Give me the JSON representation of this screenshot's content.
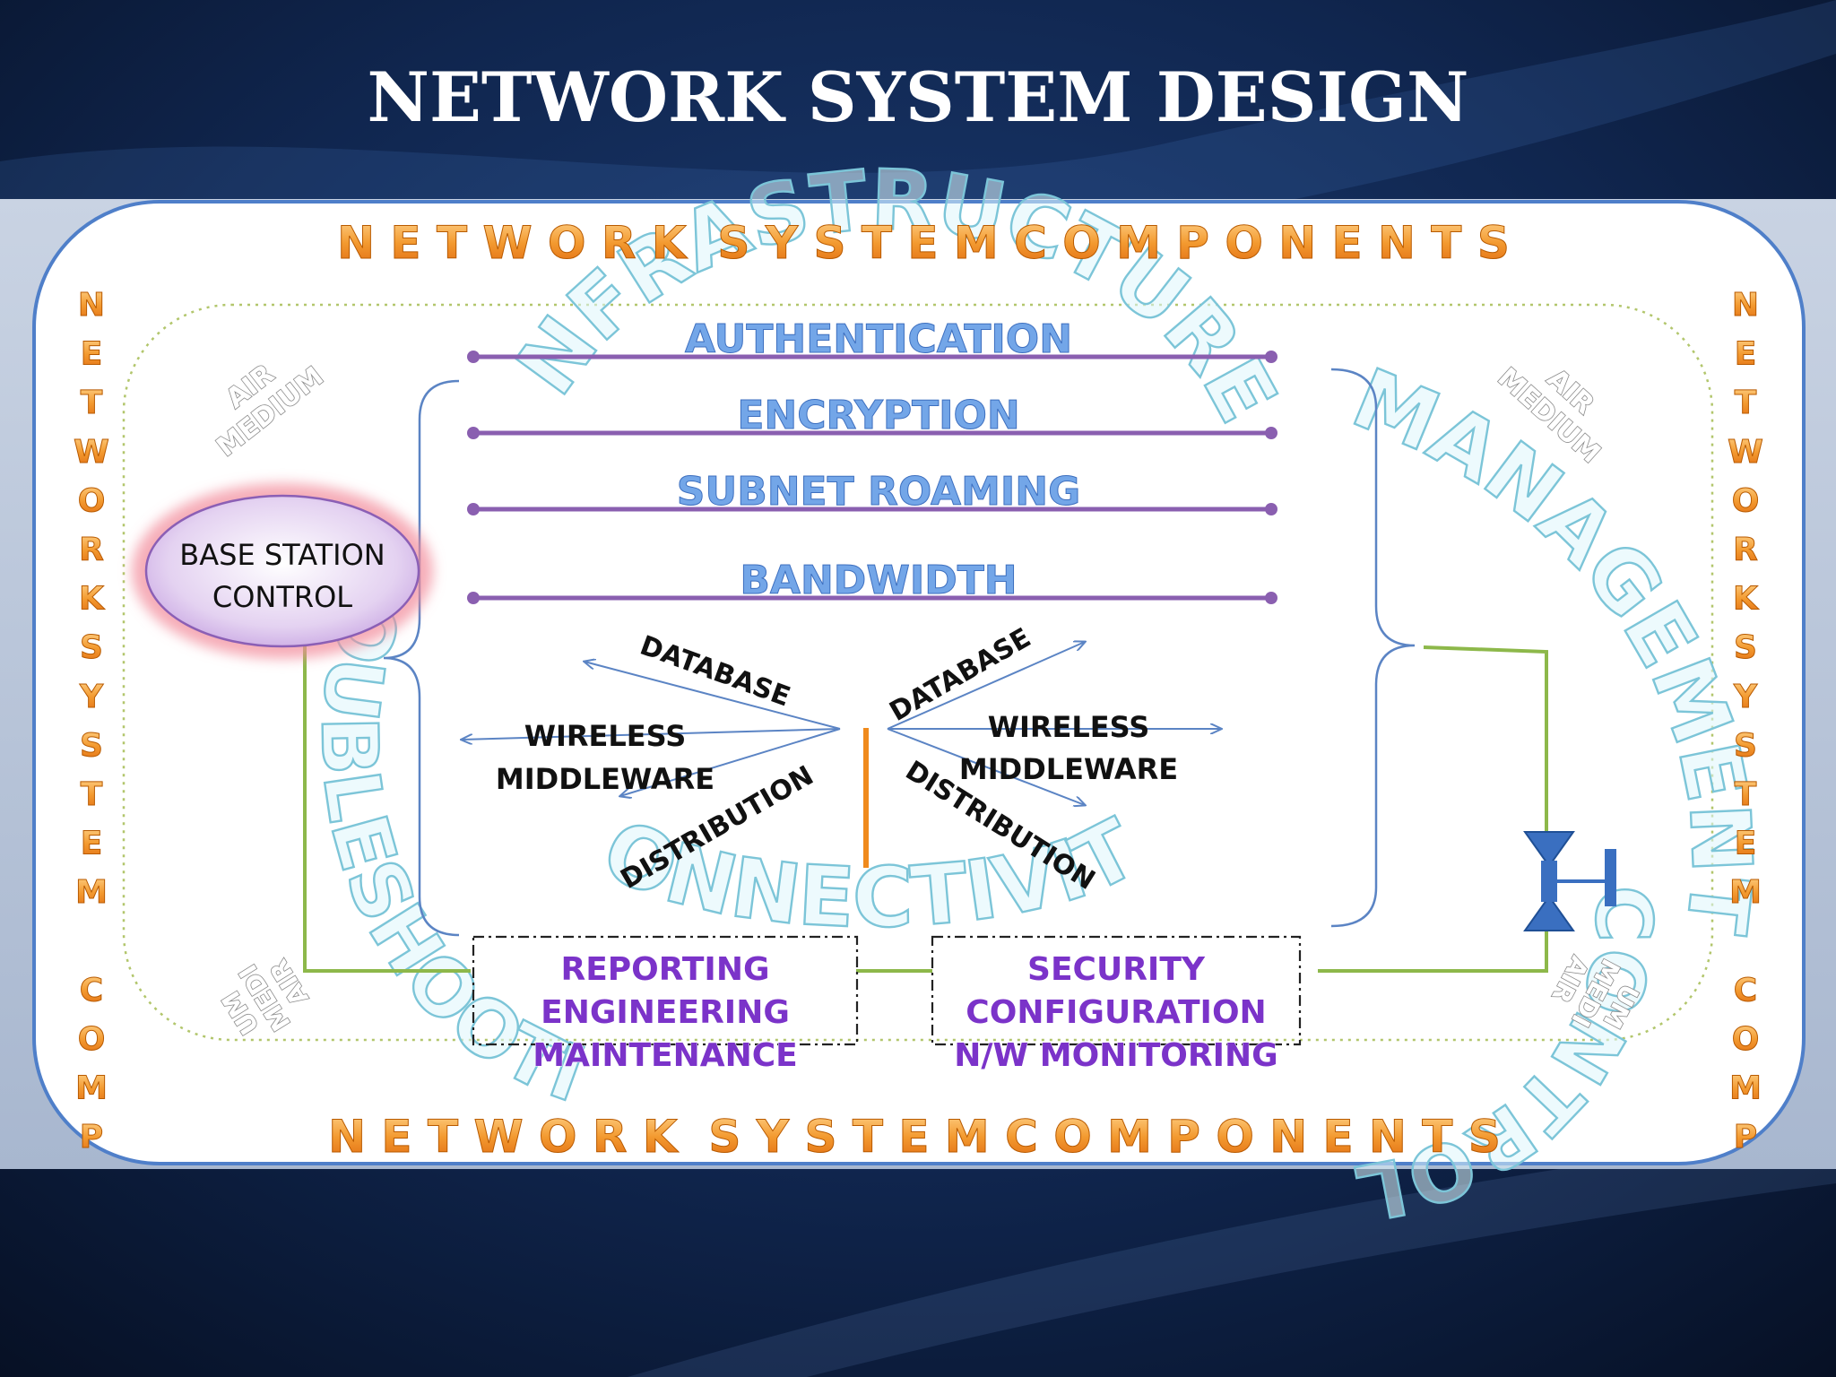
{
  "slide": {
    "title": "NETWORK SYSTEM DESIGN"
  },
  "components": {
    "top": "N E T W O R K  S Y S T E M C O M P O N E N T S",
    "bottom": "N E T W O R K  S Y S T E M C O M P O N E N T S",
    "left_letters": [
      "N",
      "E",
      "T",
      "W",
      "O",
      "R",
      "K",
      "S",
      "Y",
      "S",
      "T",
      "E",
      "M",
      "",
      "C",
      "O",
      "M",
      "P"
    ],
    "right_letters": [
      "N",
      "E",
      "T",
      "W",
      "O",
      "R",
      "K",
      "S",
      "Y",
      "S",
      "T",
      "E",
      "M",
      "",
      "C",
      "O",
      "M",
      "P"
    ]
  },
  "arcs": {
    "infrastructure": "INFRASTRUCTURE",
    "management": "MANAGEMENT",
    "connectivity": "CONNECTIVITY",
    "control": "CONTROL",
    "troubleshooting": "TROUBLESHOOTING"
  },
  "air_medium": {
    "tl": [
      "AIR",
      "MEDIUM"
    ],
    "tr": [
      "AIR",
      "MEDIUM"
    ],
    "bl": [
      "UM",
      "MEDI",
      "AIR"
    ],
    "br": [
      "UM",
      "MEDI",
      "AIR"
    ]
  },
  "layers": [
    "AUTHENTICATION",
    "ENCRYPTION",
    "SUBNET ROAMING",
    "BANDWIDTH"
  ],
  "base_station": [
    "BASE STATION",
    "CONTROL"
  ],
  "left_arrows": {
    "database": "DATABASE",
    "wireless": "WIRELESS",
    "middleware": "MIDDLEWARE",
    "distribution": "DISTRIBUTION"
  },
  "right_arrows": {
    "database": "DATABASE",
    "wireless": "WIRELESS",
    "middleware": "MIDDLEWARE",
    "distribution": "DISTRIBUTION"
  },
  "boxes": {
    "left": [
      "REPORTING",
      "ENGINEERING",
      "MAINTENANCE"
    ],
    "right": [
      "SECURITY",
      "CONFIGURATION",
      "N/W MONITORING"
    ]
  },
  "colors": {
    "orange": "#f08a1c",
    "purple_line": "#8a5fb0",
    "green_line": "#8db84a",
    "bracket_blue": "#5b84c4",
    "valve_blue": "#3a6fc0",
    "ghost_cyan": "#9fd9e8"
  }
}
